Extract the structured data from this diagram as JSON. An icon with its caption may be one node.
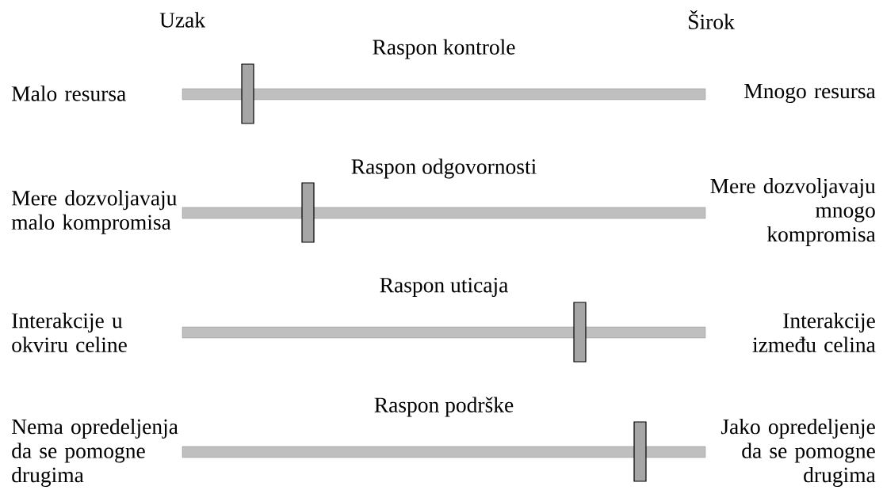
{
  "diagram": {
    "labels": [
      "Uzak",
      "Širok",
      "Raspon kontrole",
      "Malo resursa",
      "Mnogo resursa",
      "Raspon odgovornosti",
      "Mere dozvoljavaju malo kompromisa",
      "Mere dozvoljavaju mnogo kompromisa",
      "Raspon uticaja",
      "Interakcije u okviru celine",
      "Interakcije između celina",
      "Raspon podrške",
      "Nema opredeljenja da se pomogne drugima",
      "Jako opredeljenje da se pomogne drugima"
    ]
  }
}
